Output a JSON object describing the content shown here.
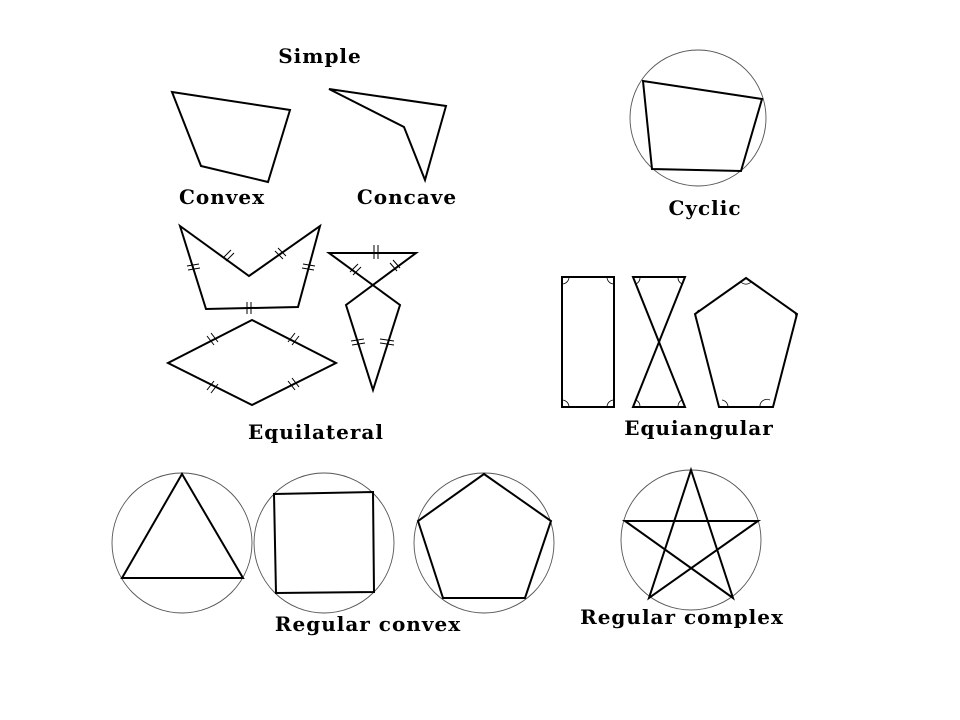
{
  "labels": {
    "simple": "Simple",
    "convex": "Convex",
    "concave": "Concave",
    "cyclic": "Cyclic",
    "equilateral": "Equilateral",
    "equiangular": "Equiangular",
    "regular_convex": "Regular convex",
    "regular_complex": "Regular complex"
  },
  "colors": {
    "stroke": "#000000",
    "circle": "#555555",
    "background": "#ffffff"
  }
}
